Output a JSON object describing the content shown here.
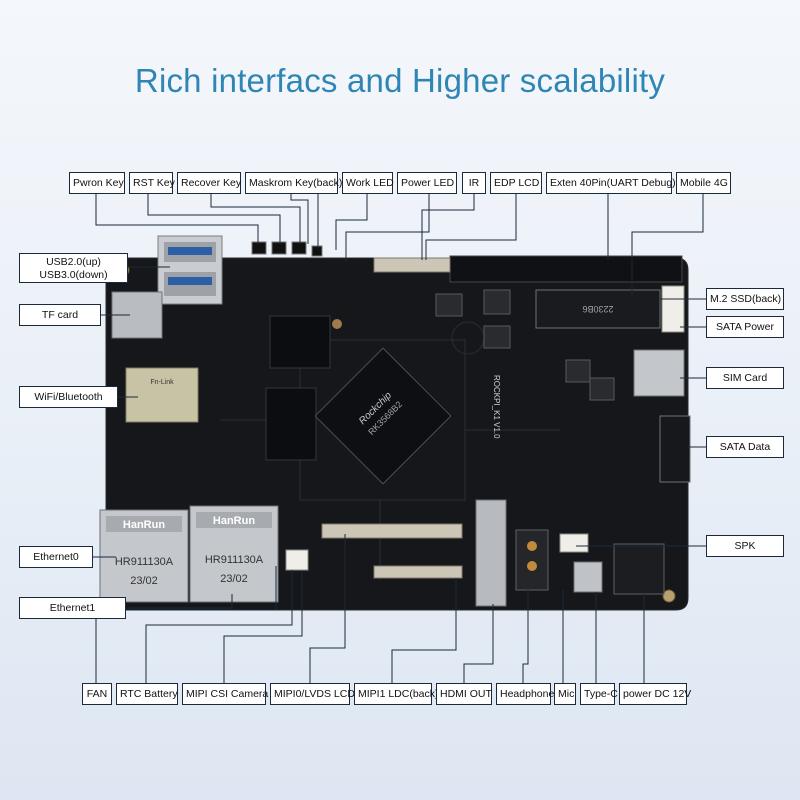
{
  "title": "Rich interfacs and Higher scalability",
  "board": {
    "silkscreen": "ROCKPI_K1 V1.0",
    "soc_brand": "Rockchip",
    "soc_model": "RK3568B2",
    "eth_brand": "HanRun",
    "eth_model": "HR911130A",
    "eth_date": "23/02",
    "m2_text": "2230B6",
    "wifi_brand": "Fn-Link"
  },
  "top_labels": {
    "pwron": "Pwron Key",
    "rst": "RST Key",
    "recover": "Recover Key",
    "maskrom": "Maskrom Key(back)",
    "work_led": "Work LED",
    "power_led": "Power LED",
    "ir": "IR",
    "edp": "EDP LCD",
    "exten": "Exten 40Pin(UART Debug)",
    "mobile4g": "Mobile 4G"
  },
  "left_labels": {
    "usb_line1": "USB2.0(up)",
    "usb_line2": "USB3.0(down)",
    "tf": "TF card",
    "wifi": "WiFi/Bluetooth",
    "eth0": "Ethernet0",
    "eth1": "Ethernet1"
  },
  "right_labels": {
    "m2": "M.2 SSD(back)",
    "sata_power": "SATA Power",
    "sim": "SIM Card",
    "sata_data": "SATA Data",
    "spk": "SPK"
  },
  "bottom_labels": {
    "fan": "FAN",
    "rtc": "RTC Battery",
    "mipi_csi": "MIPI CSI Camera",
    "mipi0": "MIPI0/LVDS LCD",
    "mipi1": "MIPI1 LDC(back)",
    "hdmi": "HDMI OUT",
    "headphone": "Headphone",
    "mic": "Mic",
    "typec": "Type-C",
    "power_dc": "power DC 12V"
  }
}
